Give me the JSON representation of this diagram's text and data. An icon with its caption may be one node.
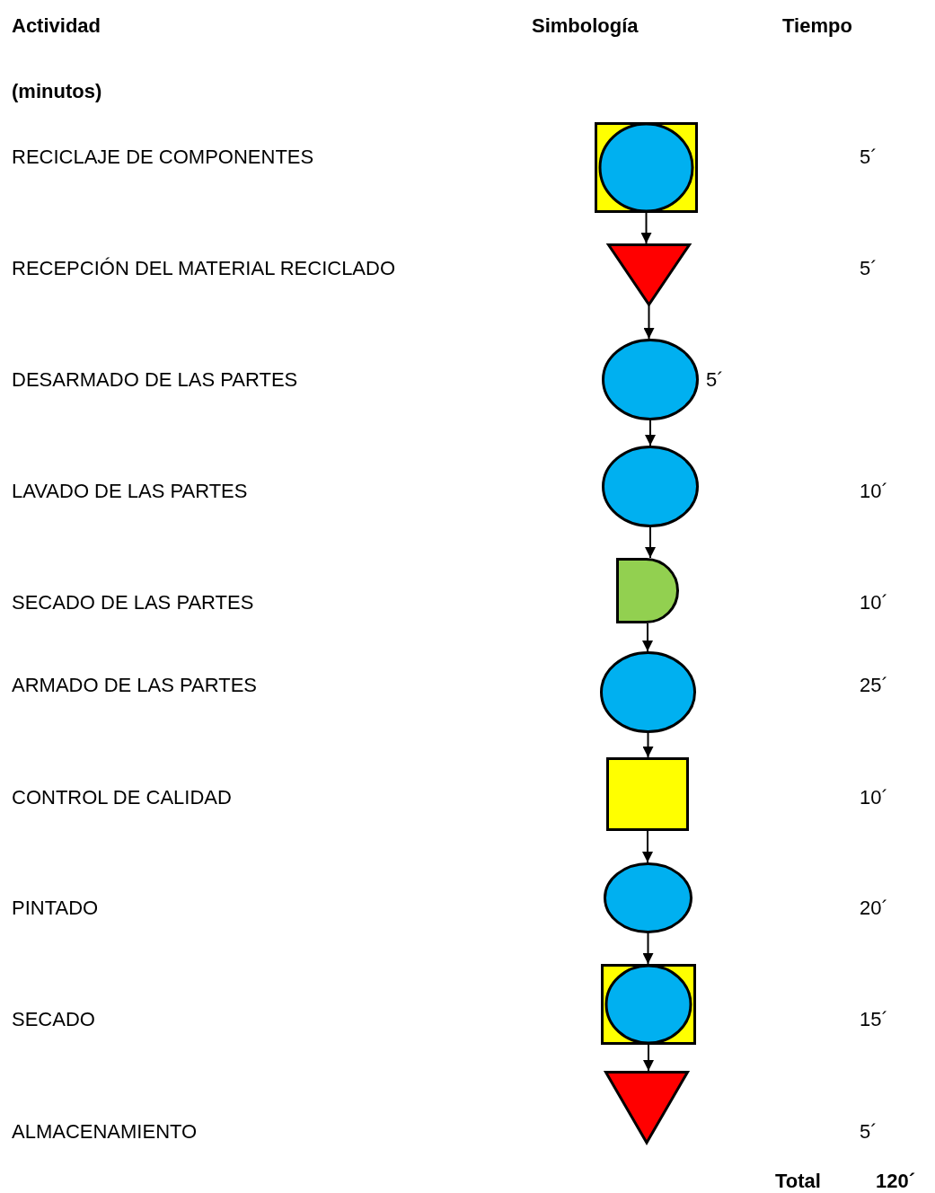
{
  "diagram": {
    "nodes": [
      {
        "text": [],
        "shape": "combined"
      },
      {
        "text": [],
        "shape": "triangle"
      },
      {
        "text": [],
        "shape": "circle"
      },
      {
        "text": [],
        "shape": "circle"
      },
      {
        "text": [],
        "shape": "delay"
      },
      {
        "text": [],
        "shape": "circle"
      },
      {
        "text": [],
        "shape": "box"
      },
      {
        "text": [],
        "shape": "circle"
      },
      {
        "text": [],
        "shape": "combined"
      },
      {
        "text": [],
        "shape": "triangle"
      }
    ],
    "edges": [
      {
        "from": 0,
        "to": 1,
        "arrow": "to"
      },
      {
        "from": 1,
        "to": 2,
        "arrow": "to"
      },
      {
        "from": 2,
        "to": 3,
        "arrow": "to"
      },
      {
        "from": 3,
        "to": 4,
        "arrow": "to"
      },
      {
        "from": 4,
        "to": 5,
        "arrow": "to"
      },
      {
        "from": 5,
        "to": 6,
        "arrow": "to"
      },
      {
        "from": 6,
        "to": 7,
        "arrow": "to"
      },
      {
        "from": 7,
        "to": 8,
        "arrow": "to"
      },
      {
        "from": 8,
        "to": 9,
        "arrow": "to"
      }
    ],
    "labels": [
      "Actividad",
      "Simbología",
      "Tiempo",
      "(minutos)",
      "RECICLAJE DE COMPONENTES",
      "5´",
      "RECEPCIÓN DEL MATERIAL RECICLADO",
      "5´",
      "DESARMADO DE LAS PARTES",
      "5´",
      "LAVADO DE LAS PARTES",
      "10´",
      "SECADO DE LAS PARTES",
      "10´",
      "ARMADO DE LAS PARTES",
      "25´",
      "CONTROL DE CALIDAD",
      "10´",
      "PINTADO",
      "20´",
      "SECADO",
      "15´",
      "ALMACENAMIENTO",
      "5´",
      "Total",
      "120´"
    ]
  }
}
